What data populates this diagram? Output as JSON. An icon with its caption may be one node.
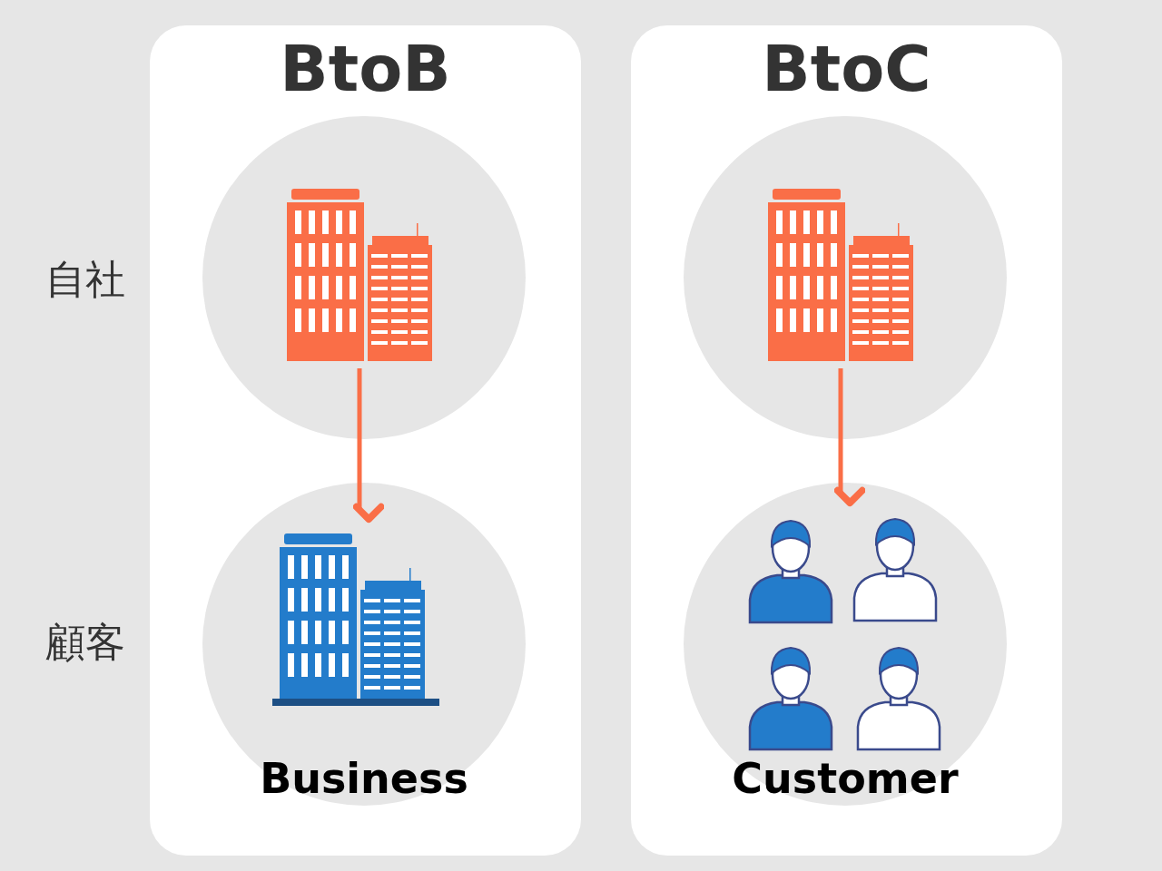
{
  "diagram": {
    "nodes": [
      {
        "text": [
          "BtoB"
        ]
      },
      {
        "text": [],
        "shape": "circle",
        "in": 0
      },
      {
        "text": [],
        "shape": "picture",
        "in": 1
      },
      {
        "text": [
          "Business"
        ],
        "in": 0
      },
      {
        "text": [],
        "shape": "picture",
        "in": 3
      },
      {
        "text": [
          "BtoC"
        ]
      },
      {
        "text": [],
        "shape": "circle",
        "in": 5
      },
      {
        "text": [],
        "shape": "picture",
        "in": 6
      },
      {
        "text": [
          "Customer"
        ],
        "in": 5
      },
      {
        "text": [],
        "shape": "picture",
        "in": 8
      }
    ],
    "edges": [
      {
        "from": 2,
        "to": 4,
        "arrow": "to"
      },
      {
        "from": 7,
        "to": 9,
        "arrow": "to"
      }
    ],
    "labels": [
      "自社",
      "顧客"
    ]
  }
}
